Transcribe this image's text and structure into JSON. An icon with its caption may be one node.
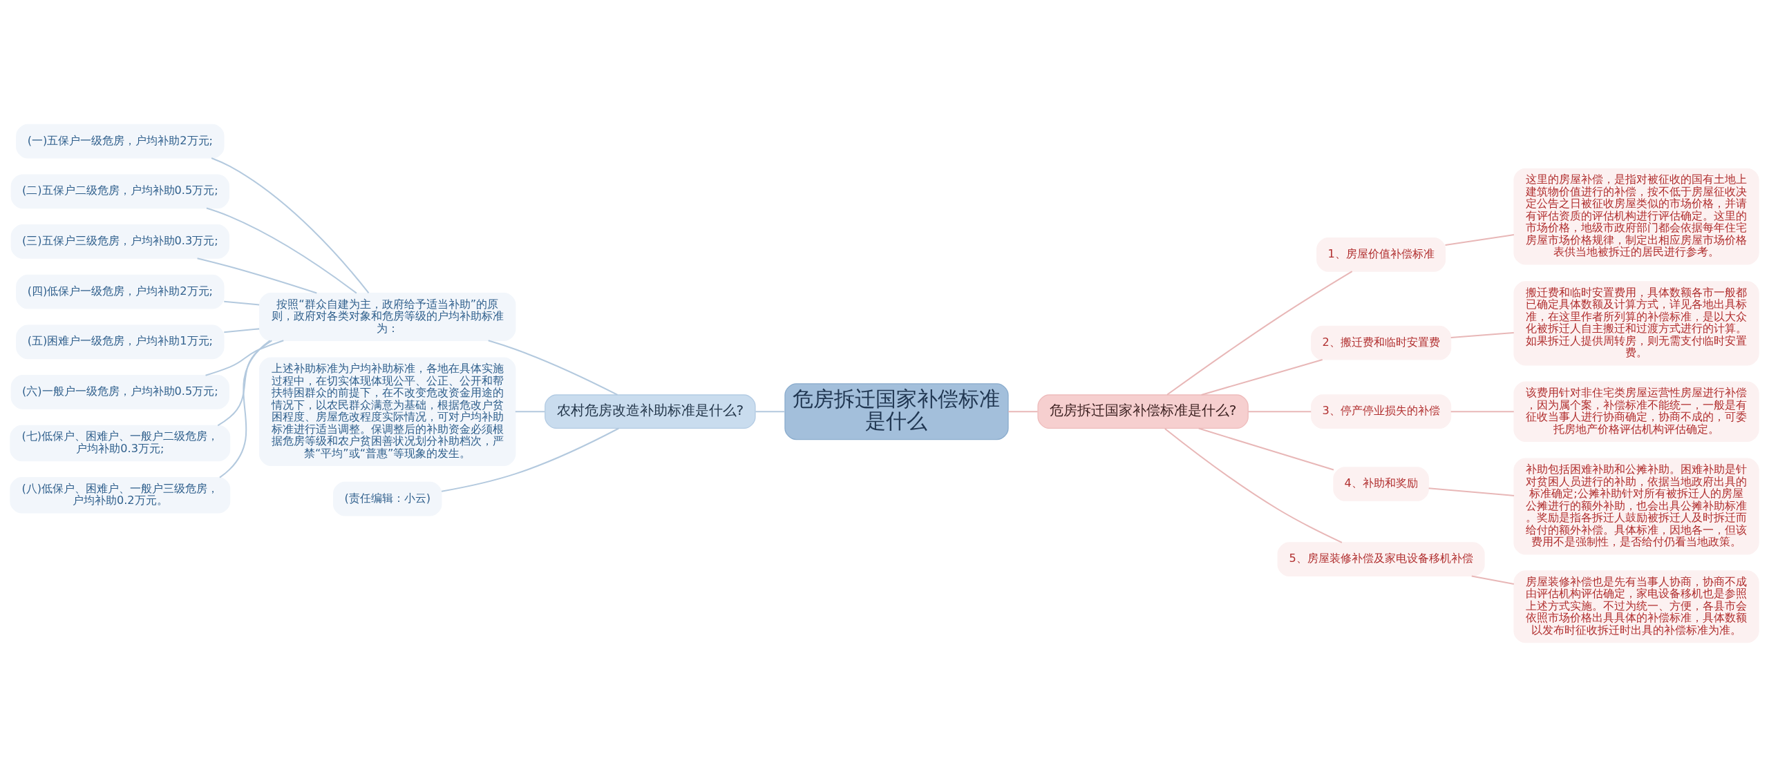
{
  "diagram": {
    "nodes": [
      {
        "text": [
          "危房拆迁国家补偿标准是什么"
        ]
      },
      {
        "text": [
          "农村危房改造补助标准是什么?"
        ]
      },
      {
        "text": [
          "按照“群众自建为主，政府给予适当补助”的原则，政府对各类对象和危房等级的户均补助标准为："
        ]
      },
      {
        "text": [
          "(一)五保户一级危房，户均补助2万元;"
        ]
      },
      {
        "text": [
          "(二)五保户二级危房，户均补助0.5万元;"
        ]
      },
      {
        "text": [
          "(三)五保户三级危房，户均补助0.3万元;"
        ]
      },
      {
        "text": [
          "(四)低保户一级危房，户均补助2万元;"
        ]
      },
      {
        "text": [
          "(五)困难户一级危房，户均补助1万元;"
        ]
      },
      {
        "text": [
          "(六)一般户一级危房，户均补助0.5万元;"
        ]
      },
      {
        "text": [
          "(七)低保户、困难户、一般户二级危房，户均补助0.3万元;"
        ]
      },
      {
        "text": [
          "(八)低保户、困难户、一般户三级危房，户均补助0.2万元。"
        ]
      },
      {
        "text": [
          "上述补助标准为户均补助标准，各地在具体实施过程中，在切实体现体现公平、公正、公开和帮扶特困群众的前提下，在不改变危改资金用途的情况下，以农民群众满意为基础，根据危改户贫困程度、房屋危改程度实际情况，可对户均补助标准进行适当调整。保调整后的补助资金必须根据危房等级和农户贫困善状况划分补助档次，严禁“平均”或“普惠”等现象的发生。"
        ]
      },
      {
        "text": [
          "(责任编辑：小云)"
        ]
      },
      {
        "text": [
          "危房拆迁国家补偿标准是什么?"
        ]
      },
      {
        "text": [
          "1、房屋价值补偿标准"
        ]
      },
      {
        "text": [
          "这里的房屋补偿，是指对被征收的国有土地上建筑物价值进行的补偿，按不低于房屋征收决定公告之日被征收房屋类似的市场价格，并请有评估资质的评估机构进行评估确定。这里的市场价格，地级市政府部门都会依据每年住宅房屋市场价格规律，制定出相应房屋市场价格表供当地被拆迁的居民进行参考。"
        ]
      },
      {
        "text": [
          "2、搬迁费和临时安置费"
        ]
      },
      {
        "text": [
          "搬迁费和临时安置费用，具体数额各市一般都已确定具体数额及计算方式，详见各地出具标准，在这里作者所列算的补偿标准，是以大众化被拆迁人自主搬迁和过渡方式进行的计算。如果拆迁人提供周转房，则无需支付临时安置费。"
        ]
      },
      {
        "text": [
          "3、停产停业损失的补偿"
        ]
      },
      {
        "text": [
          "该费用针对非住宅类房屋运营性房屋进行补偿，因为属个案，补偿标准不能统一，一般是有征收当事人进行协商确定，协商不成的，可委托房地产价格评估机构评估确定。"
        ]
      },
      {
        "text": [
          "4、补助和奖励"
        ]
      },
      {
        "text": [
          "补助包括困难补助和公摊补助。困难补助是针对贫困人员进行的补助，依据当地政府出具的标准确定;公摊补助针对所有被拆迁人的房屋公摊进行的额外补助，也会出具公摊补助标准。奖励是指各拆迁人鼓励被拆迁人及时拆迁而给付的额外补偿。具体标准，因地各一，但该费用不是强制性，是否给付仍看当地政策。"
        ]
      },
      {
        "text": [
          "5、房屋装修补偿及家电设备移机补偿"
        ]
      },
      {
        "text": [
          "房屋装修补偿也是先有当事人协商，协商不成由评估机构评估确定，家电设备移机也是参照上述方式实施。不过为统一、方便，各县市会依照市场价格出具具体的补偿标准，具体数额以发布时征收拆迁时出具的补偿标准为准。"
        ]
      }
    ],
    "edges": [
      {
        "from": 1,
        "to": 0,
        "arrow": "none"
      },
      {
        "from": 2,
        "to": 1,
        "arrow": "none"
      },
      {
        "from": 3,
        "to": 2,
        "arrow": "none"
      },
      {
        "from": 4,
        "to": 2,
        "arrow": "none"
      },
      {
        "from": 5,
        "to": 2,
        "arrow": "none"
      },
      {
        "from": 6,
        "to": 2,
        "arrow": "none"
      },
      {
        "from": 7,
        "to": 2,
        "arrow": "none"
      },
      {
        "from": 8,
        "to": 2,
        "arrow": "none"
      },
      {
        "from": 9,
        "to": 2,
        "arrow": "none"
      },
      {
        "from": 10,
        "to": 2,
        "arrow": "none"
      },
      {
        "from": 11,
        "to": 1,
        "arrow": "none"
      },
      {
        "from": 12,
        "to": 1,
        "arrow": "none"
      },
      {
        "from": 0,
        "to": 13,
        "arrow": "none"
      },
      {
        "from": 13,
        "to": 14,
        "arrow": "none"
      },
      {
        "from": 14,
        "to": 15,
        "arrow": "none"
      },
      {
        "from": 13,
        "to": 16,
        "arrow": "none"
      },
      {
        "from": 16,
        "to": 17,
        "arrow": "none"
      },
      {
        "from": 13,
        "to": 18,
        "arrow": "none"
      },
      {
        "from": 18,
        "to": 19,
        "arrow": "none"
      },
      {
        "from": 13,
        "to": 20,
        "arrow": "none"
      },
      {
        "from": 20,
        "to": 21,
        "arrow": "none"
      },
      {
        "from": 13,
        "to": 22,
        "arrow": "none"
      },
      {
        "from": 22,
        "to": 23,
        "arrow": "none"
      }
    ]
  }
}
